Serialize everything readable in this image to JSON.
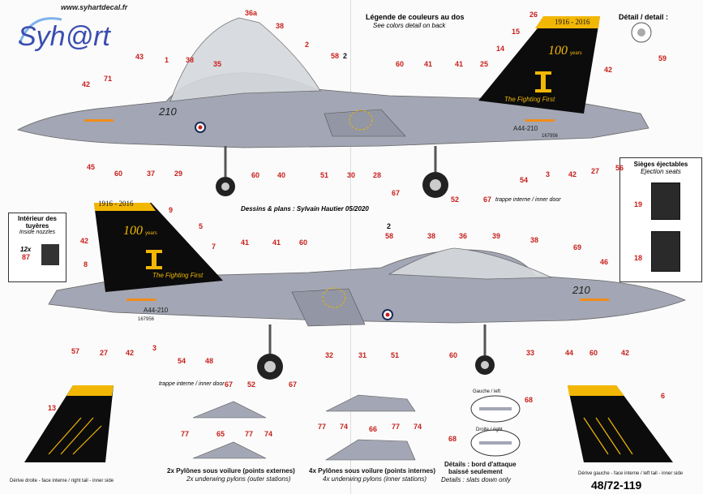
{
  "header": {
    "url": "www.syhartdecal.fr",
    "logo": "Syh@rt",
    "legend_fr": "Légende de couleurs au dos",
    "legend_en": "See colors detail on back",
    "detail": "Détail / detail :"
  },
  "tail": {
    "years": "1916 - 2016",
    "hundred": "100",
    "years_word": "years",
    "fighting_first": "The Fighting First"
  },
  "aircraft": {
    "serial": "A44-210",
    "modex": "210",
    "small_serial": "167956"
  },
  "credits": "Dessins & plans : Sylvain Hautier 05/2020",
  "nozzles": {
    "title_fr": "Intérieur des tuyères",
    "title_en": "Inside nozzles",
    "count": "12x"
  },
  "seats": {
    "title_fr": "Sièges éjectables",
    "title_en": "Ejection seats"
  },
  "trappe_top": "trappe interne / inner door",
  "trappe_bottom": "trappe interne / inner door",
  "captions": {
    "pylons_outer_fr": "2x Pylônes sous voilure (points externes)",
    "pylons_outer_en": "2x underwing pylons (outer stations)",
    "pylons_inner_fr": "4x Pylônes sous voilure (points internes)",
    "pylons_inner_en": "4x underwing pylons (inner stations)",
    "slats_fr": "Détails : bord d'attaque",
    "slats_fr2": "baissé seulement",
    "slats_en": "Details : slats down only",
    "gauche": "Gauche / left",
    "droite": "Droite / right",
    "fin_right": "Dérive droite - face interne / right tail - inner side",
    "fin_left": "Dérive gauche - face interne / left tail - inner side"
  },
  "sheet_number": "48/72-119",
  "callouts_top": [
    "43",
    "1",
    "38",
    "35",
    "36a",
    "38",
    "2",
    "58",
    "2",
    "60",
    "41",
    "41",
    "25",
    "15",
    "26",
    "14",
    "42",
    "59",
    "42",
    "71",
    "45",
    "60",
    "37",
    "29",
    "60",
    "40",
    "51",
    "30",
    "28",
    "67",
    "52",
    "67",
    "54",
    "3",
    "42",
    "27",
    "56"
  ],
  "callouts_bottom": [
    "9",
    "5",
    "7",
    "42",
    "8",
    "2",
    "58",
    "38",
    "36",
    "39",
    "38",
    "69",
    "46",
    "41",
    "41",
    "60",
    "57",
    "27",
    "42",
    "3",
    "54",
    "48",
    "67",
    "52",
    "67",
    "32",
    "31",
    "51",
    "60",
    "33",
    "44",
    "60",
    "42",
    "12x",
    "87",
    "19",
    "18"
  ],
  "callouts_details": [
    "13",
    "77",
    "65",
    "77",
    "74",
    "77",
    "74",
    "66",
    "77",
    "74",
    "68",
    "68",
    "6"
  ],
  "colors": {
    "fuselage": "#a3a6b4",
    "tail_black": "#0c0c0c",
    "tail_yellow": "#f2b705",
    "callout_red": "#c8201c",
    "logo_blue": "#3a4db0"
  }
}
